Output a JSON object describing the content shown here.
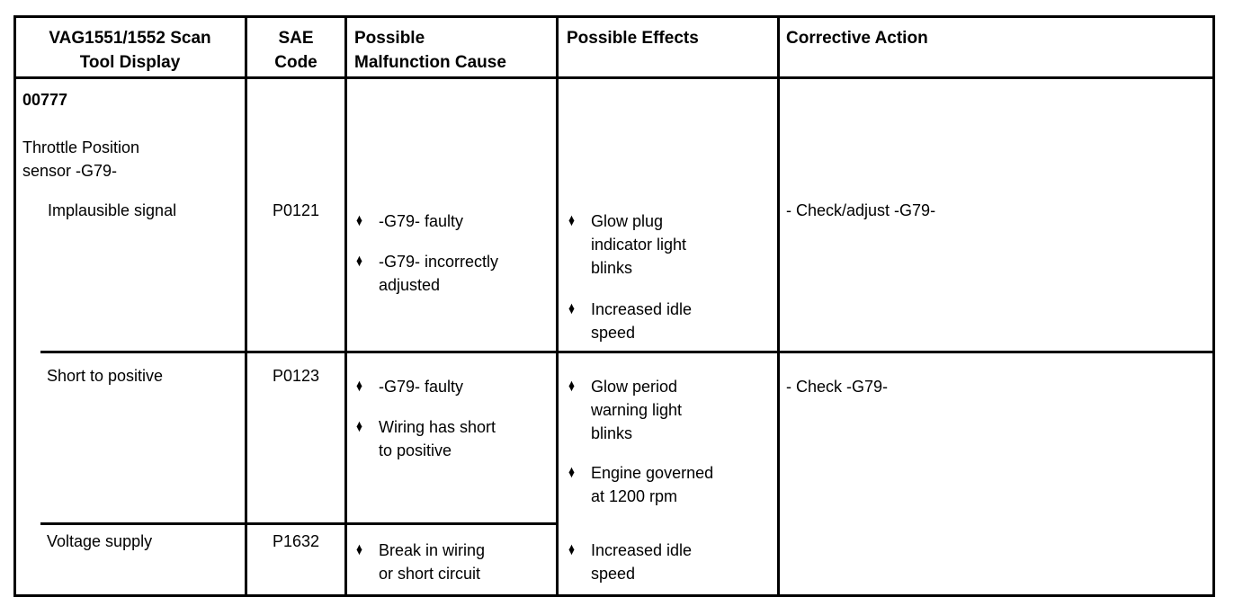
{
  "table": {
    "bullet_glyph": "♦",
    "headers": {
      "scan_tool_display": "VAG1551/1552 Scan\nTool Display",
      "sae_code": "SAE\nCode",
      "malfunction_cause": "Possible\nMalfunction Cause",
      "possible_effects": "Possible Effects",
      "corrective_action": "Corrective Action"
    },
    "dtc": {
      "number": "00777",
      "component": "Throttle Position\nsensor -G79-"
    },
    "rows": [
      {
        "display": "Implausible signal",
        "sae_code": "P0121",
        "causes": [
          "-G79- faulty",
          "-G79- incorrectly\nadjusted"
        ],
        "effects": [
          "Glow plug\nindicator light\nblinks",
          "Increased idle\nspeed"
        ],
        "corrective_action": "- Check/adjust -G79-"
      },
      {
        "display": "Short to positive",
        "sae_code": "P0123",
        "causes": [
          "-G79- faulty",
          "Wiring has short\nto positive"
        ],
        "effects": [
          "Glow period\nwarning light\nblinks",
          "Engine governed\nat 1200 rpm"
        ],
        "corrective_action": "- Check -G79-"
      },
      {
        "display": "Voltage supply",
        "sae_code": "P1632",
        "causes": [
          "Break in wiring\nor short circuit"
        ],
        "effects": [
          "Increased idle\nspeed"
        ],
        "corrective_action": ""
      }
    ]
  },
  "colors": {
    "border": "#000000",
    "text": "#000000",
    "background": "#ffffff"
  }
}
